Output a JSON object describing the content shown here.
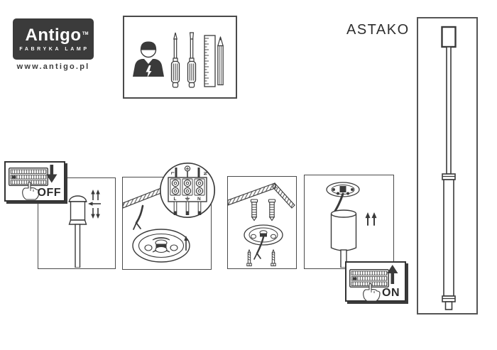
{
  "brand": {
    "name": "Antigo",
    "trademark": "TM",
    "tagline": "FABRYKA LAMP",
    "website": "www.antigo.pl"
  },
  "product": {
    "model": "ASTAKO"
  },
  "power": {
    "off": "OFF",
    "on": "ON"
  },
  "wiring": {
    "live": "L",
    "neutral": "N"
  },
  "colors": {
    "ink": "#3a3a3a",
    "logo_background": "#3b3b3b",
    "page_background": "#ffffff"
  },
  "icons": [
    "electrician-icon",
    "phillips-screwdriver-icon",
    "flat-screwdriver-icon",
    "ruler-icon",
    "pencil-icon",
    "breaker-panel-icon",
    "pointing-hand-icon",
    "arrow-down-icon",
    "arrow-up-icon",
    "ceiling-icon",
    "mains-wire-icon",
    "mounting-plate-icon",
    "terminal-block-icon",
    "earth-icon",
    "wall-plug-icon",
    "screw-icon",
    "canopy-icon",
    "rod-icon",
    "slide-arrows-icon",
    "pendant-lamp-icon"
  ]
}
